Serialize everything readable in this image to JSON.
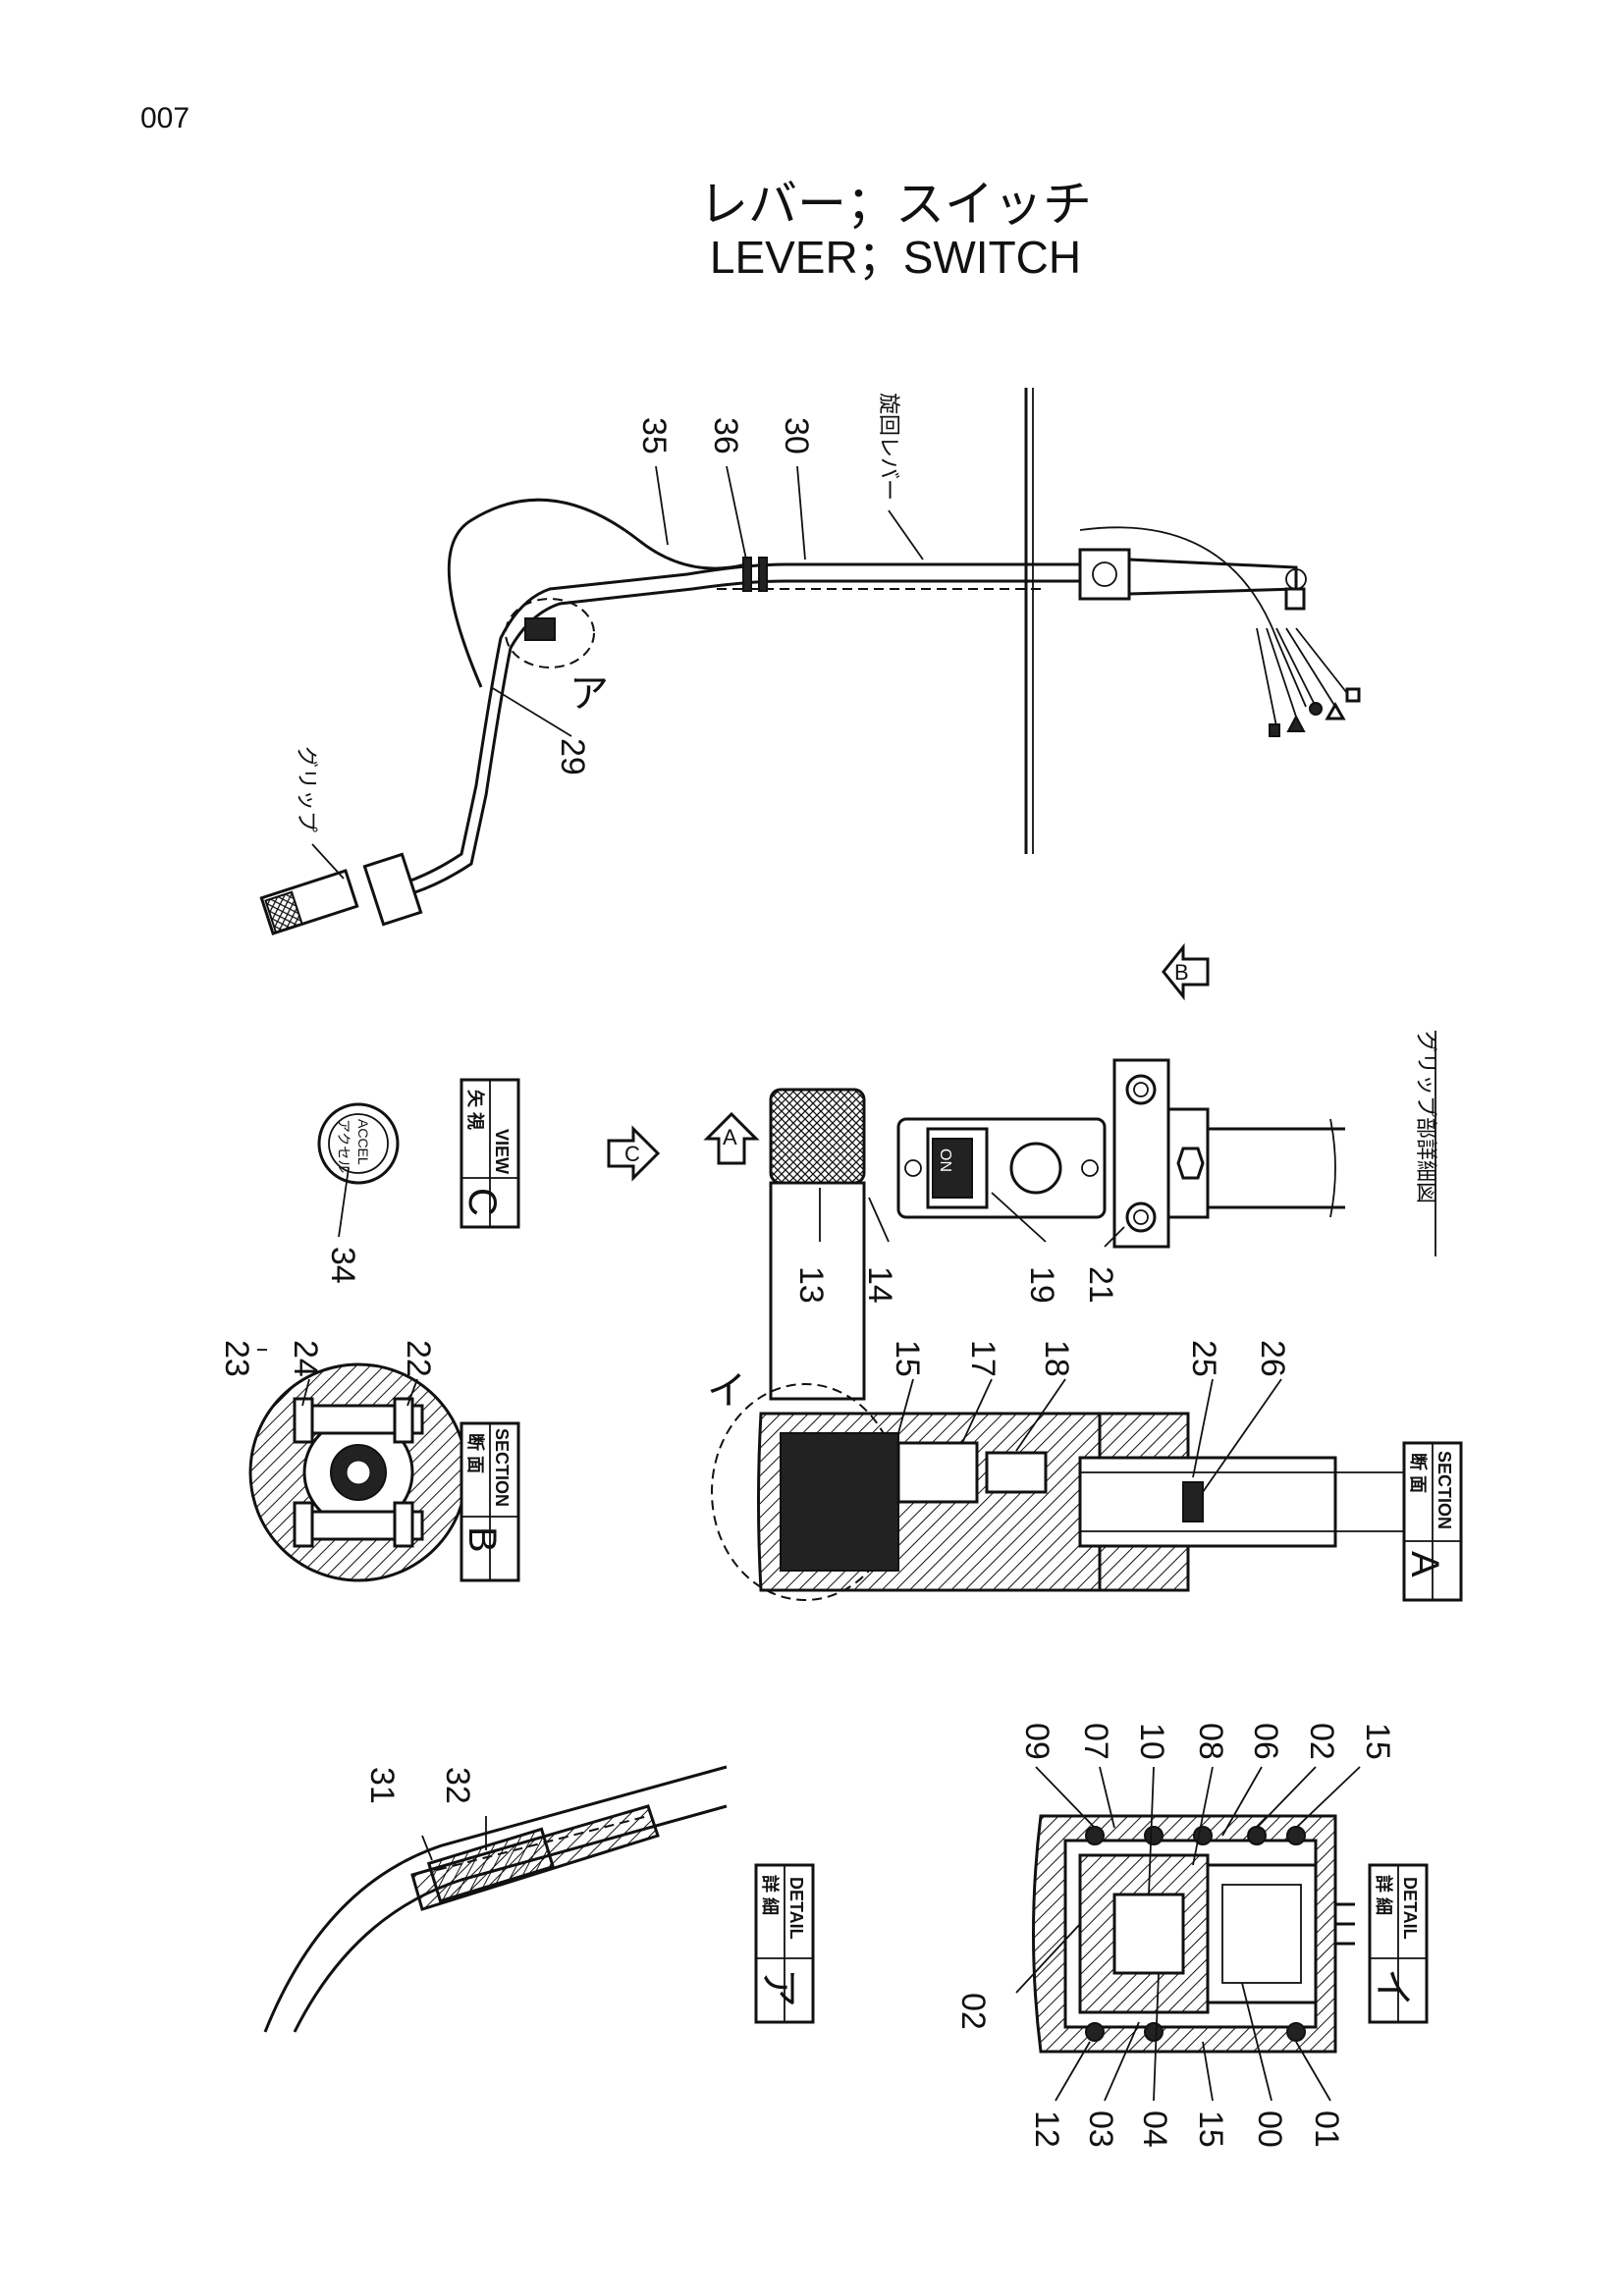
{
  "page_number": "007",
  "title_jp": "レバー；スイッチ",
  "title_en": "LEVER；SWITCH",
  "labels": {
    "grip": "グリップ",
    "swing_lever": "旋回レバー",
    "grip_detail": "グリップ部詳細図",
    "detail_a_mark": "ア",
    "detail_i_mark": "イ",
    "on": "ON",
    "accel_jp": "アクセル",
    "accel_en": "ACCEL"
  },
  "views": {
    "view_c": {
      "jp": "矢 視",
      "en": "VIEW",
      "letter": "C"
    },
    "section_b": {
      "jp": "断 面",
      "en": "SECTION",
      "letter": "B"
    },
    "section_a": {
      "jp": "断 面",
      "en": "SECTION",
      "letter": "A"
    },
    "detail_a": {
      "jp": "詳 細",
      "en": "DETAIL",
      "letter": "ア"
    },
    "detail_i": {
      "jp": "詳 細",
      "en": "DETAIL",
      "letter": "イ"
    }
  },
  "arrows": {
    "a": "A",
    "b": "B",
    "c": "C"
  },
  "parts": {
    "p35": "35",
    "p36": "36",
    "p30": "30",
    "p29": "29",
    "p34": "34",
    "p13": "13",
    "p14": "14",
    "p19": "19",
    "p21": "21",
    "p23_24": "23\n|\n24",
    "p23": "23",
    "p24": "24",
    "p22": "22",
    "p15a": "15",
    "p17": "17",
    "p18": "18",
    "p25": "25",
    "p26": "26",
    "p31": "31",
    "p32": "32",
    "p09": "09",
    "p07": "07",
    "p10": "10",
    "p08": "08",
    "p06": "06",
    "p02a": "02",
    "p15b": "15",
    "p02b": "02",
    "p12": "12",
    "p03": "03",
    "p04": "04",
    "p15c": "15",
    "p00": "00",
    "p01": "01"
  }
}
